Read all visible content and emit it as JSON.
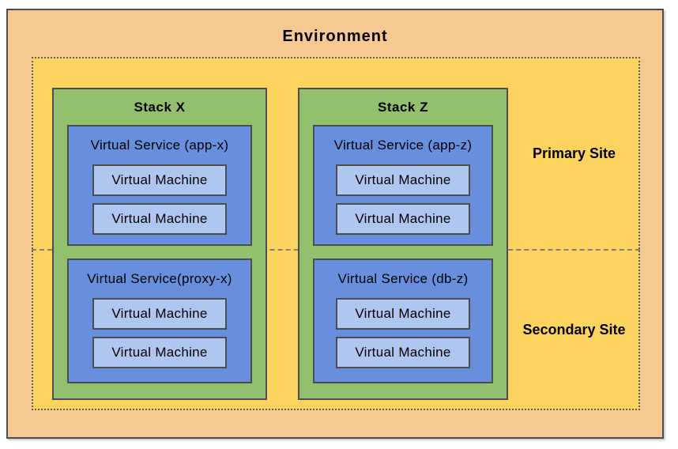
{
  "diagram": {
    "environment_label": "Environment",
    "primary_site_label": "Primary Site",
    "secondary_site_label": "Secondary Site",
    "stacks": [
      {
        "name": "Stack X",
        "services": [
          {
            "name": "Virtual Service (app-x)",
            "vms": [
              "Virtual Machine",
              "Virtual Machine"
            ]
          },
          {
            "name": "Virtual Service(proxy-x)",
            "vms": [
              "Virtual Machine",
              "Virtual Machine"
            ]
          }
        ]
      },
      {
        "name": "Stack Z",
        "services": [
          {
            "name": "Virtual Service (app-z)",
            "vms": [
              "Virtual Machine",
              "Virtual Machine"
            ]
          },
          {
            "name": "Virtual Service (db-z)",
            "vms": [
              "Virtual Machine",
              "Virtual Machine"
            ]
          }
        ]
      }
    ],
    "colors": {
      "environment_fill": "#F6C992",
      "site_fill": "#FCD35E",
      "stack_fill": "#92C06D",
      "service_fill": "#678FDE",
      "vm_fill": "#AEC6F0",
      "box_border": "#4D4D4D",
      "dotted_border": "#5F5F5F",
      "dashed_divider": "#7F7F7F"
    }
  }
}
